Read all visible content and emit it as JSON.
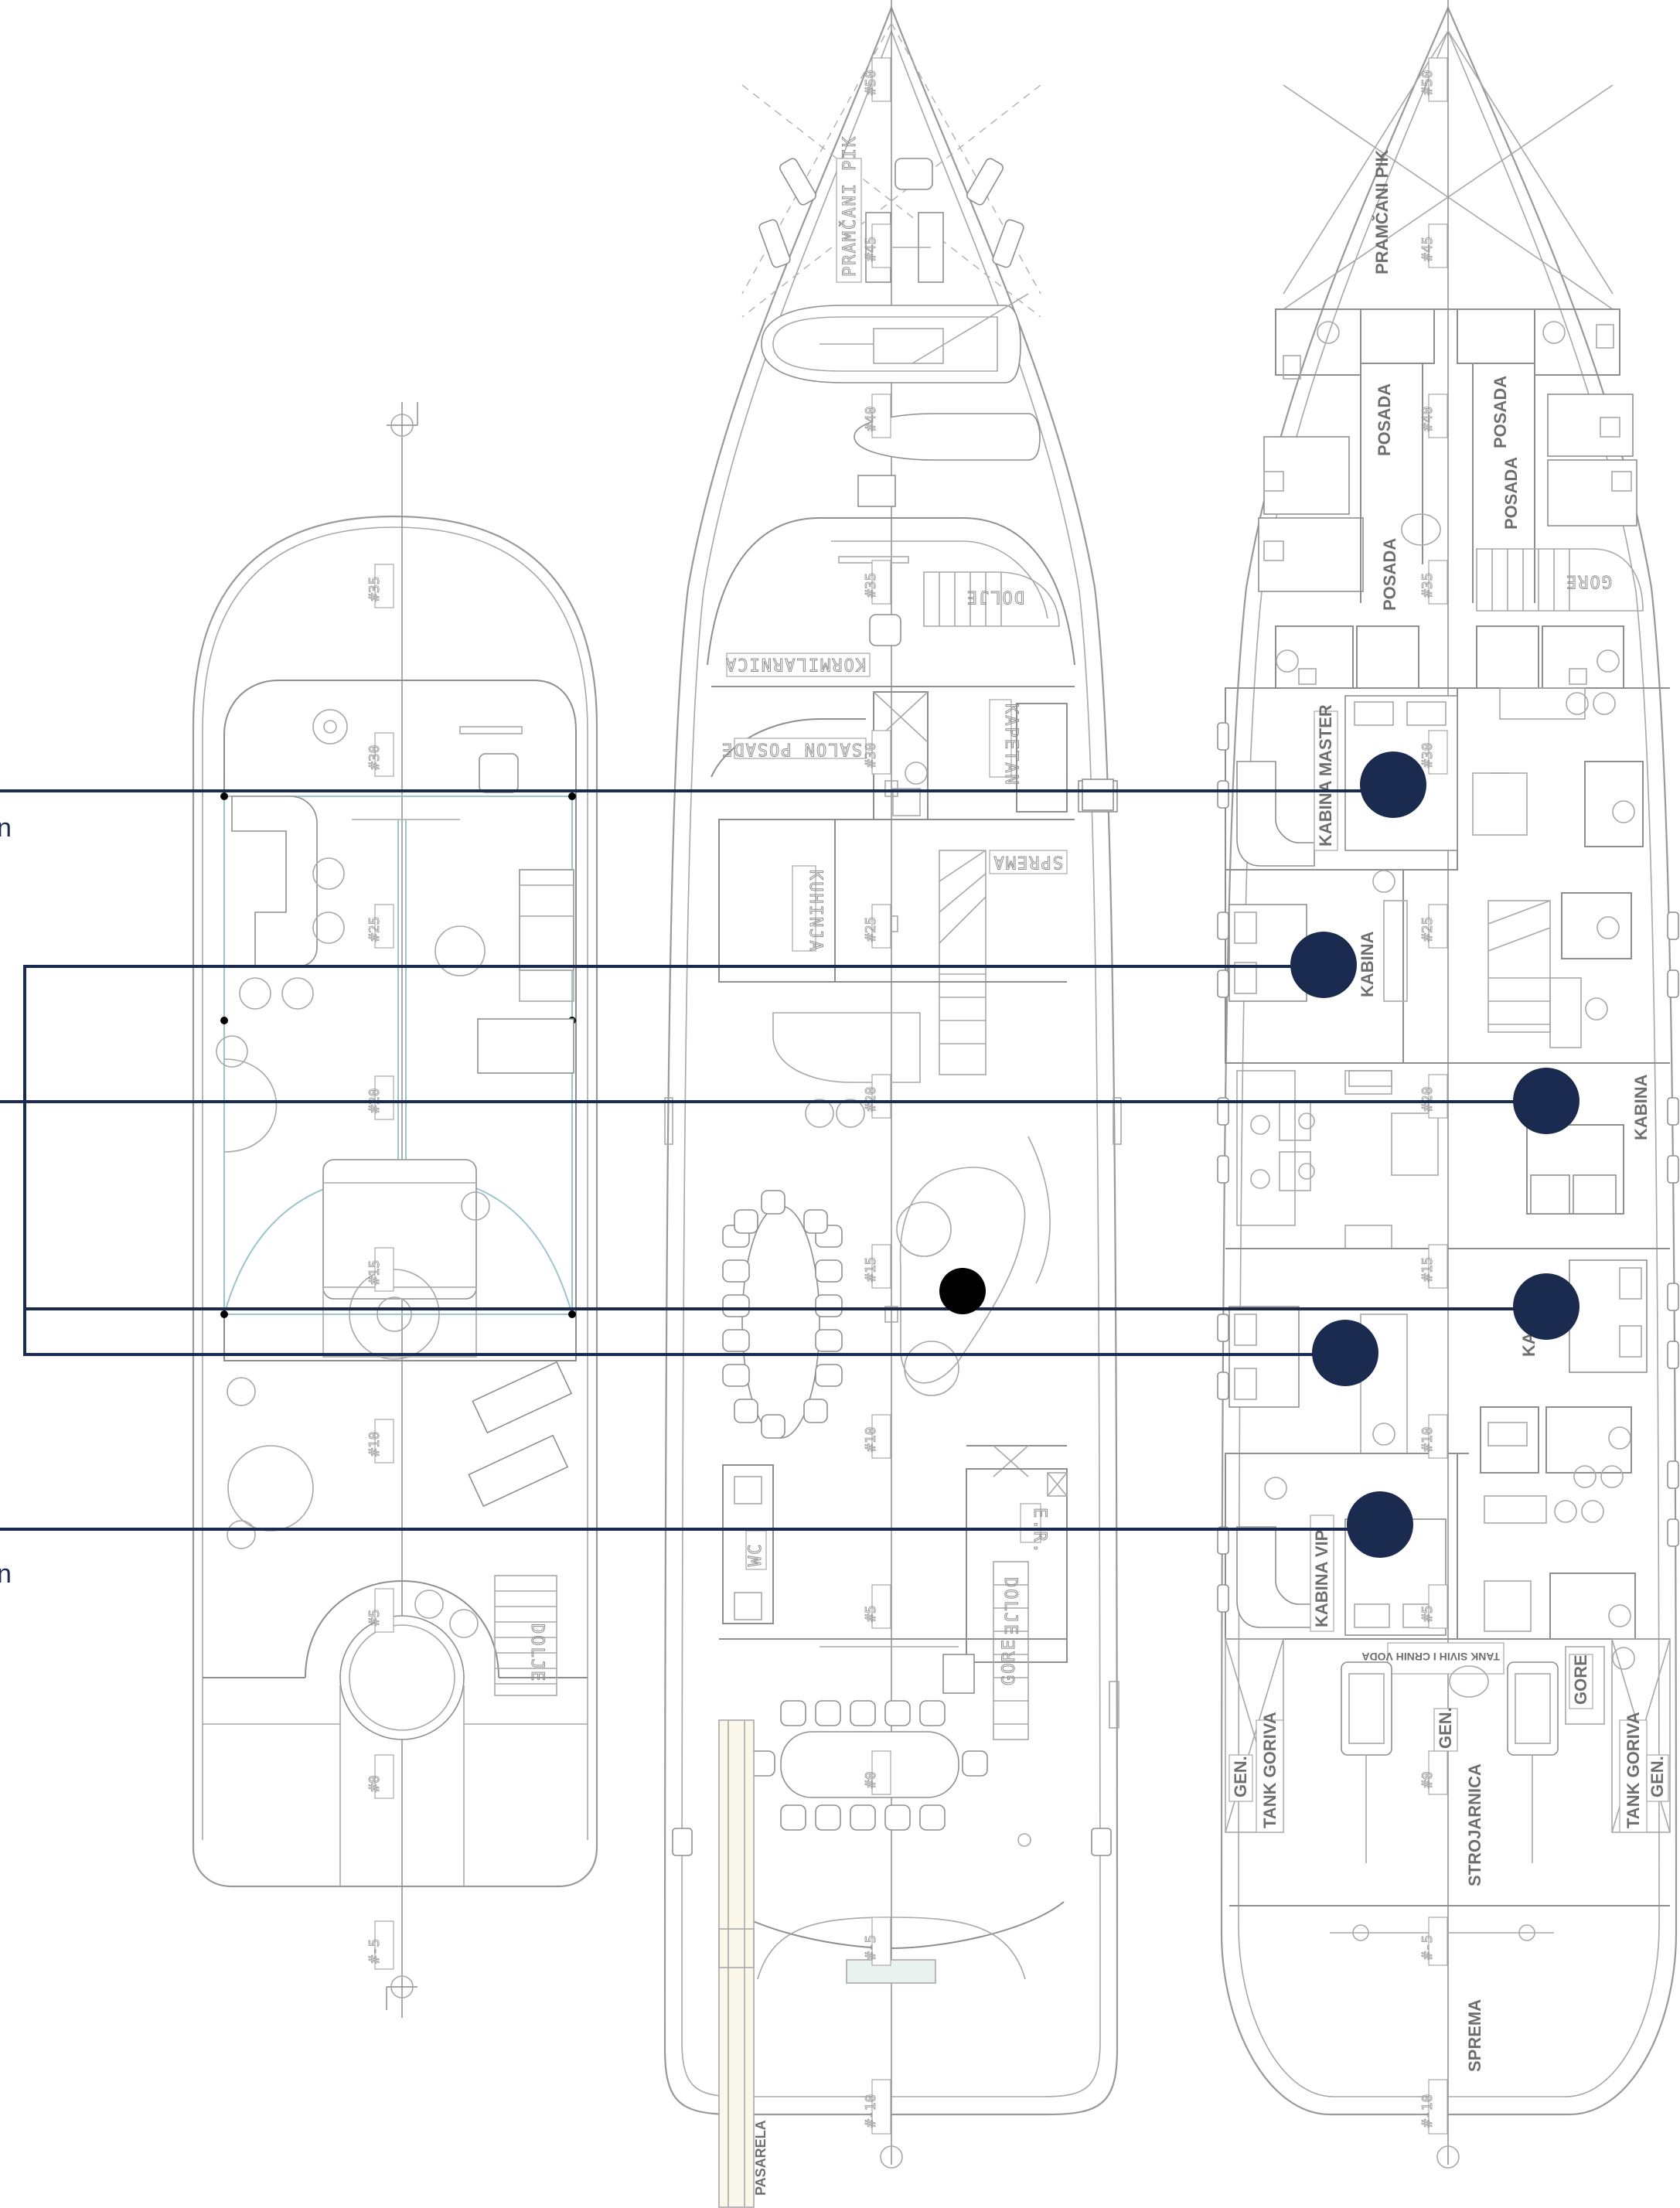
{
  "decks": {
    "sun_deck": {
      "frames": [
        "#35",
        "#30",
        "#25",
        "#20",
        "#15",
        "#10",
        "#5",
        "#0",
        "#-5"
      ],
      "stair_label": "DOLJE"
    },
    "main_deck": {
      "frames": [
        "#50",
        "#45",
        "#40",
        "#35",
        "#30",
        "#25",
        "#20",
        "#15",
        "#10",
        "#5",
        "#0",
        "#-5",
        "#-10"
      ],
      "labels": {
        "forepeak": "PRAMČANI PIK",
        "wheelhouse": "KORMILARNICA",
        "crew_salon": "SALON POSADE",
        "captain": "KAPETAN",
        "galley": "KUHINJA",
        "storage": "SPREMA",
        "stairs_down_fwd": "DOLJE",
        "stairs_down_aft": "DOLJE",
        "wc": "WC",
        "er": "E.R.",
        "up": "GORE",
        "gangway": "PASARELA"
      }
    },
    "lower_deck": {
      "frames": [
        "#50",
        "#45",
        "#40",
        "#35",
        "#30",
        "#25",
        "#20",
        "#15",
        "#10",
        "#5",
        "#0",
        "#-5",
        "#-10"
      ],
      "labels": {
        "forepeak": "PRAMČANI PIK",
        "crew1": "POSADA",
        "crew2": "POSADA",
        "crew3": "POSADA",
        "crew4": "POSADA",
        "up_fwd": "GORE",
        "master": "KABINA MASTER",
        "cabin_port_fwd": "KABINA",
        "cabin_stbd_fwd": "KABINA",
        "cabin_stbd_aft_partial": "KA",
        "vip": "KABINA VIP",
        "tank_water": "TANK SIVIH I CRNIH VODA",
        "gen_port": "GEN.",
        "tank_fuel_port": "TANK GORIVA",
        "gen_center": "GEN.",
        "engine_room": "STROJARNICA",
        "up_aft": "GORE",
        "tank_fuel_stbd": "TANK GORIVA",
        "gen_stbd": "GEN.",
        "storage_aft": "SPREMA"
      }
    }
  },
  "edge_text": {
    "first": "n",
    "second": "n"
  },
  "colors": {
    "callout": "#1b2b4f",
    "drawing": "#9a9a9a",
    "glass": "#9cc6cc"
  }
}
